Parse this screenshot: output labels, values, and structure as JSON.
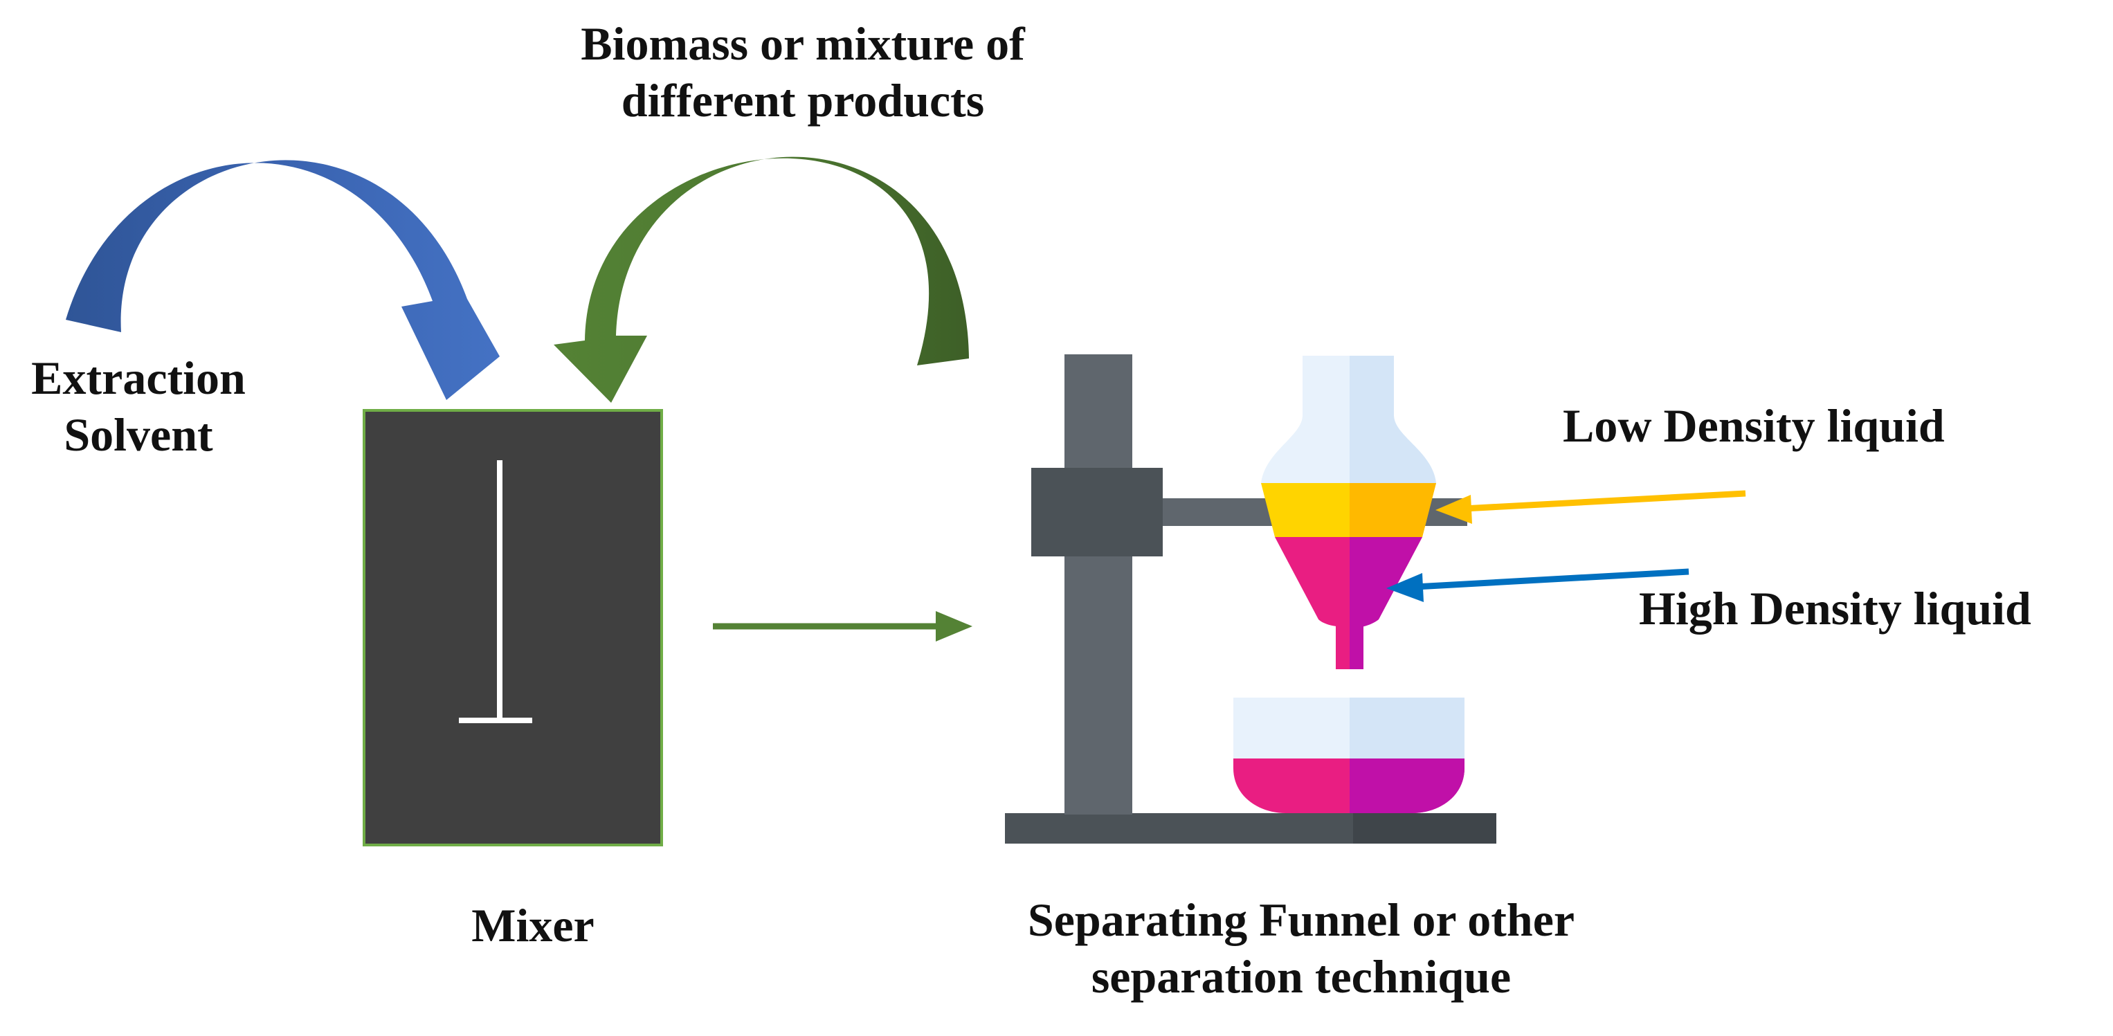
{
  "labels": {
    "biomass": {
      "line1": "Biomass or mixture of",
      "line2": "different products"
    },
    "extraction_solvent": {
      "line1": "Extraction",
      "line2": "Solvent"
    },
    "mixer": "Mixer",
    "low_density": "Low Density liquid",
    "high_density": "High Density liquid",
    "separating_funnel": {
      "line1": "Separating Funnel or other",
      "line2": "separation technique"
    }
  },
  "colors": {
    "blue_arrow": "#4472c4",
    "green_arrow": "#548235",
    "mixer_fill": "#404040",
    "mixer_border": "#70ad47",
    "stand_dark": "#4b5257",
    "stand_mid": "#5f666d",
    "flask_light": "#e8f2fc",
    "flask_light_alt": "#d4e5f7",
    "low_density": "#ffd400",
    "low_density_alt": "#ffb900",
    "high_density": "#e91e82",
    "high_density_alt": "#c010a8",
    "yellow_pointer": "#ffc000",
    "blue_pointer": "#0070c0"
  },
  "icons": [
    "curved-arrow-icon",
    "stirrer-icon",
    "separating-funnel-icon",
    "beaker-icon",
    "lab-stand-icon"
  ]
}
